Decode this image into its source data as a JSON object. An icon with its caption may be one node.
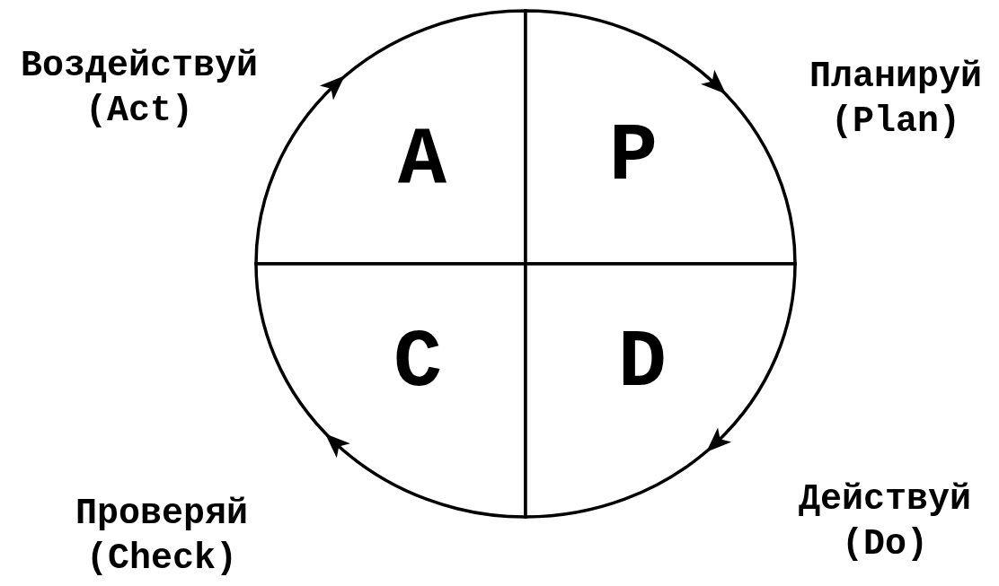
{
  "diagram": {
    "nodes": [
      {
        "text": [
          "A"
        ],
        "beside": [
          "Воздействуй (Act)"
        ]
      },
      {
        "text": [
          "P"
        ],
        "beside": [
          "Планируй (Plan)"
        ]
      },
      {
        "text": [
          "C"
        ],
        "beside": [
          "Проверяй (Check)"
        ]
      },
      {
        "text": [
          "D"
        ],
        "beside": [
          "Действуй (Do)"
        ]
      }
    ]
  }
}
